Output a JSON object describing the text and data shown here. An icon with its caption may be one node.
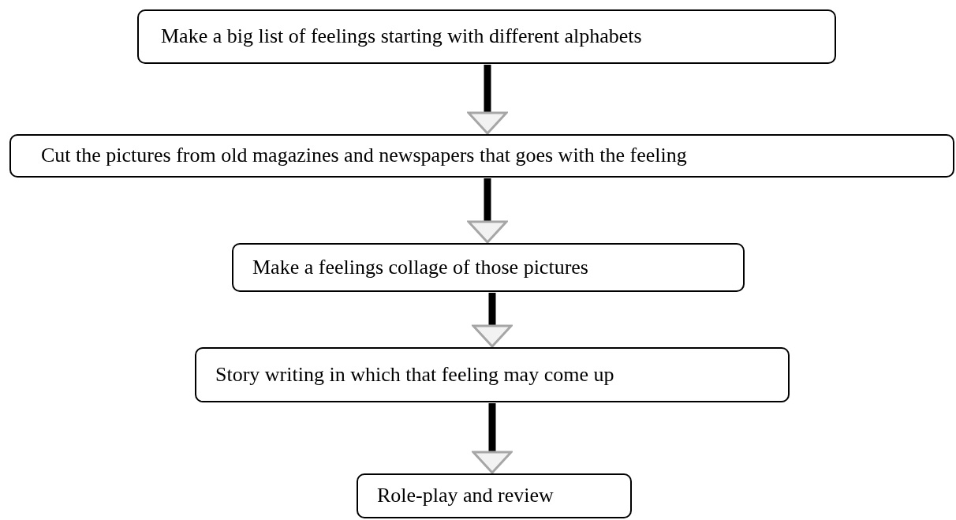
{
  "diagram": {
    "nodes": [
      {
        "text": [
          "Make a big list of feelings starting with different alphabets"
        ]
      },
      {
        "text": [
          "Cut the pictures from old magazines and newspapers that goes with the feeling"
        ]
      },
      {
        "text": [
          "Make a feelings collage of those pictures"
        ]
      },
      {
        "text": [
          "Story writing in which that feeling may come up"
        ]
      },
      {
        "text": [
          "Role-play and review"
        ]
      }
    ],
    "edges": [
      {
        "from": 0,
        "to": 1,
        "arrow": "to"
      },
      {
        "from": 1,
        "to": 2,
        "arrow": "to"
      },
      {
        "from": 2,
        "to": 3,
        "arrow": "to"
      },
      {
        "from": 3,
        "to": 4,
        "arrow": "to"
      }
    ]
  }
}
